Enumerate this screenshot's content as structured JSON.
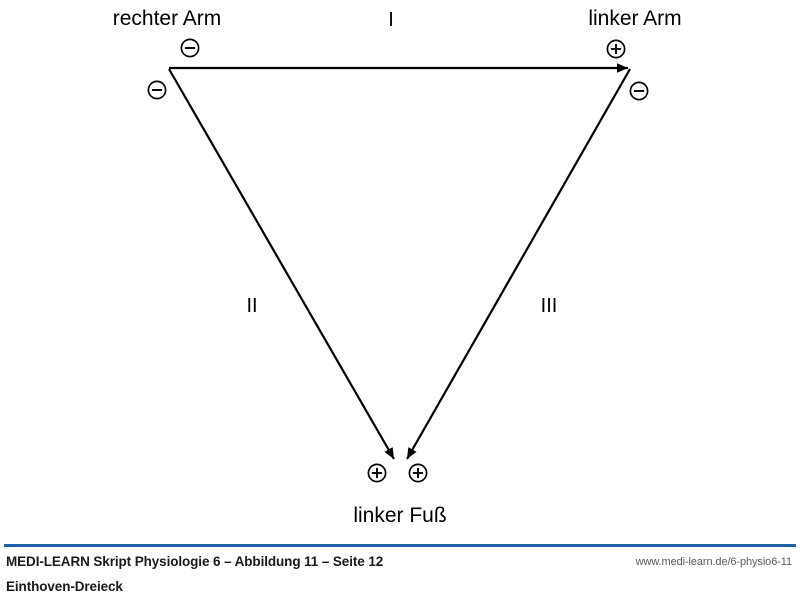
{
  "figure": {
    "title": "Einthoven-Dreieck",
    "nodes": [
      {
        "id": "right-arm",
        "label": "rechter Arm"
      },
      {
        "id": "left-arm",
        "label": "linker Arm"
      },
      {
        "id": "left-foot",
        "label": "linker Fuß"
      }
    ],
    "leads": [
      {
        "id": "lead-i",
        "label": "I"
      },
      {
        "id": "lead-ii",
        "label": "II"
      },
      {
        "id": "lead-iii",
        "label": "III"
      }
    ],
    "polarity_markers": [
      {
        "id": "ra-lead-i-minus",
        "symbol": "⊖",
        "sign": "minus"
      },
      {
        "id": "ra-lead-ii-minus",
        "symbol": "⊖",
        "sign": "minus"
      },
      {
        "id": "la-lead-i-plus",
        "symbol": "⊕",
        "sign": "plus"
      },
      {
        "id": "la-lead-iii-minus",
        "symbol": "⊖",
        "sign": "minus"
      },
      {
        "id": "lf-lead-ii-plus",
        "symbol": "⊕",
        "sign": "plus"
      },
      {
        "id": "lf-lead-iii-plus",
        "symbol": "⊕",
        "sign": "plus"
      }
    ],
    "stroke_color": "#000000",
    "background_color": "#ffffff"
  },
  "footer": {
    "rule_color": "#1f5fa8",
    "caption_line1": "MEDI-LEARN Skript Physiologie 6 – Abbildung 11 – Seite 12",
    "caption_line2": "Einthoven-Dreieck",
    "url": "www.medi-learn.de/6-physio6-11"
  }
}
